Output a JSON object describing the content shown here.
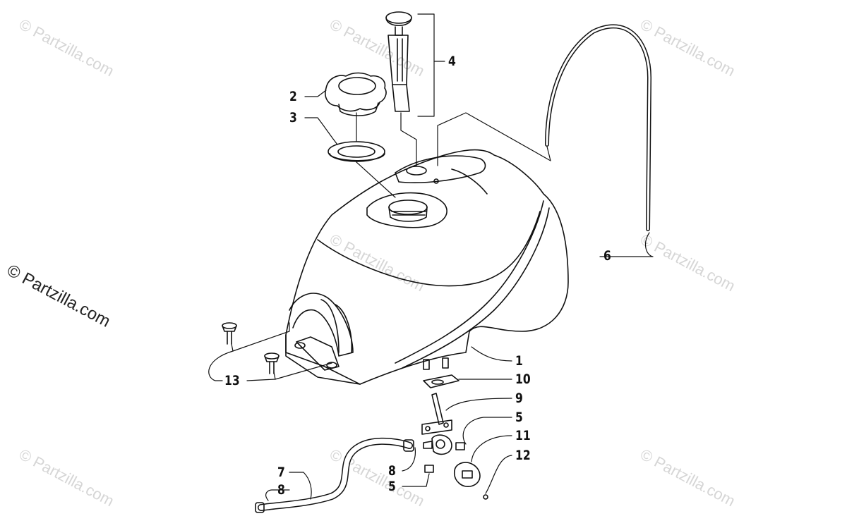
{
  "watermark": "© Partzilla.com",
  "callouts": {
    "c1": "1",
    "c2": "2",
    "c3": "3",
    "c4": "4",
    "c5a": "5",
    "c5b": "5",
    "c6": "6",
    "c7": "7",
    "c8a": "8",
    "c8b": "8",
    "c9": "9",
    "c10": "10",
    "c11": "11",
    "c12": "12",
    "c13": "13"
  }
}
